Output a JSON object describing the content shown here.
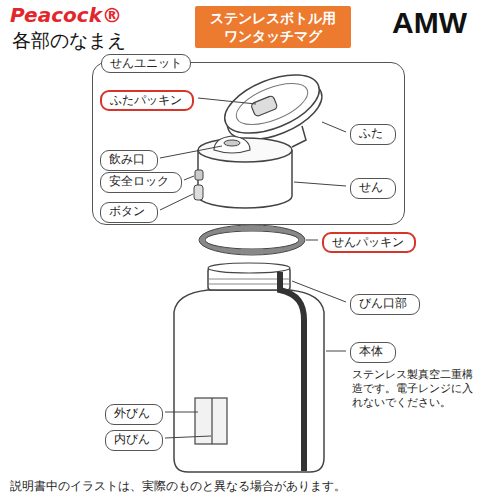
{
  "diagram": {
    "title": "各部のなまえ",
    "caption": "説明書中のイラストは、実際のものと異なる場合があります。",
    "nodes": [
      {
        "text": [
          "ステンレスボトル用 ワンタッチマグ"
        ]
      },
      {
        "text": [
          "せんユニット"
        ]
      },
      {
        "text": [
          "ふたパッキン"
        ],
        "in": 1
      },
      {
        "text": [
          "ふた"
        ],
        "in": 1
      },
      {
        "text": [
          "飲み口"
        ],
        "in": 1
      },
      {
        "text": [
          "安全ロック"
        ],
        "in": 1
      },
      {
        "text": [
          "せん"
        ],
        "in": 1
      },
      {
        "text": [
          "ボタン"
        ],
        "in": 1
      },
      {
        "text": [
          "せんパッキン"
        ]
      },
      {
        "text": [
          "びん口部"
        ]
      },
      {
        "text": [
          "本体"
        ]
      },
      {
        "text": [
          "外びん"
        ]
      },
      {
        "text": [
          "内びん"
        ]
      }
    ],
    "labels": [
      "Peacock®",
      "AMW",
      "ステンレス製真空二重構造です。電子レンジに入れないでください。"
    ]
  }
}
